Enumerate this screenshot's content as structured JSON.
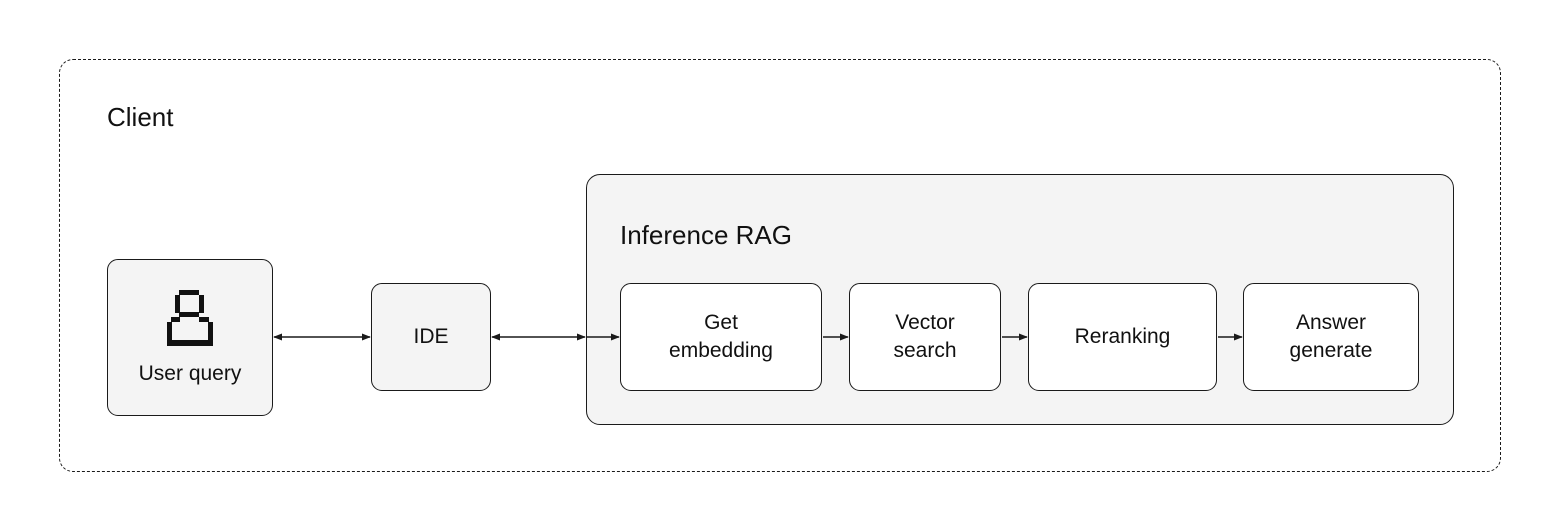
{
  "client": {
    "label": "Client"
  },
  "user": {
    "label": "User query",
    "icon": "user-icon"
  },
  "ide": {
    "label": "IDE"
  },
  "rag": {
    "label": "Inference RAG",
    "steps": [
      {
        "lines": [
          "Get",
          "embedding"
        ]
      },
      {
        "lines": [
          "Vector",
          "search"
        ]
      },
      {
        "lines": [
          "Reranking"
        ]
      },
      {
        "lines": [
          "Answer",
          "generate"
        ]
      }
    ]
  },
  "colors": {
    "stroke": "#1a1a1a",
    "panel_fill": "#f4f4f4"
  }
}
